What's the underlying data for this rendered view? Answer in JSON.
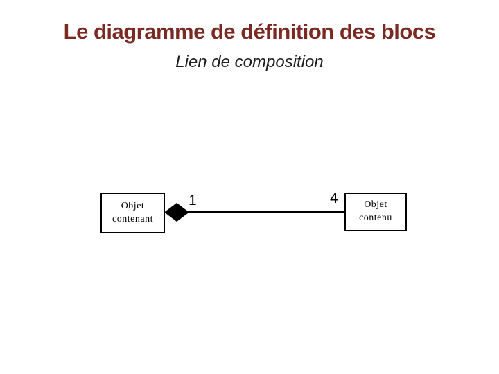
{
  "slide": {
    "title": "Le diagramme de définition des blocs",
    "subtitle": "Lien de composition"
  },
  "diagram": {
    "type": "block-definition-diagram-composition-link",
    "container_block": {
      "line1": "Objet",
      "line2": "contenant"
    },
    "contained_block": {
      "line1": "Objet",
      "line2": "contenu"
    },
    "source_multiplicity": "1",
    "target_multiplicity": "4",
    "connector": {
      "kind": "composition",
      "diamond_side": "container"
    }
  },
  "colors": {
    "title-color": "#7b2a22",
    "subtitle-color": "#1c1c1c",
    "diagram-color": "#000000",
    "block-fill": "#ffffff"
  }
}
